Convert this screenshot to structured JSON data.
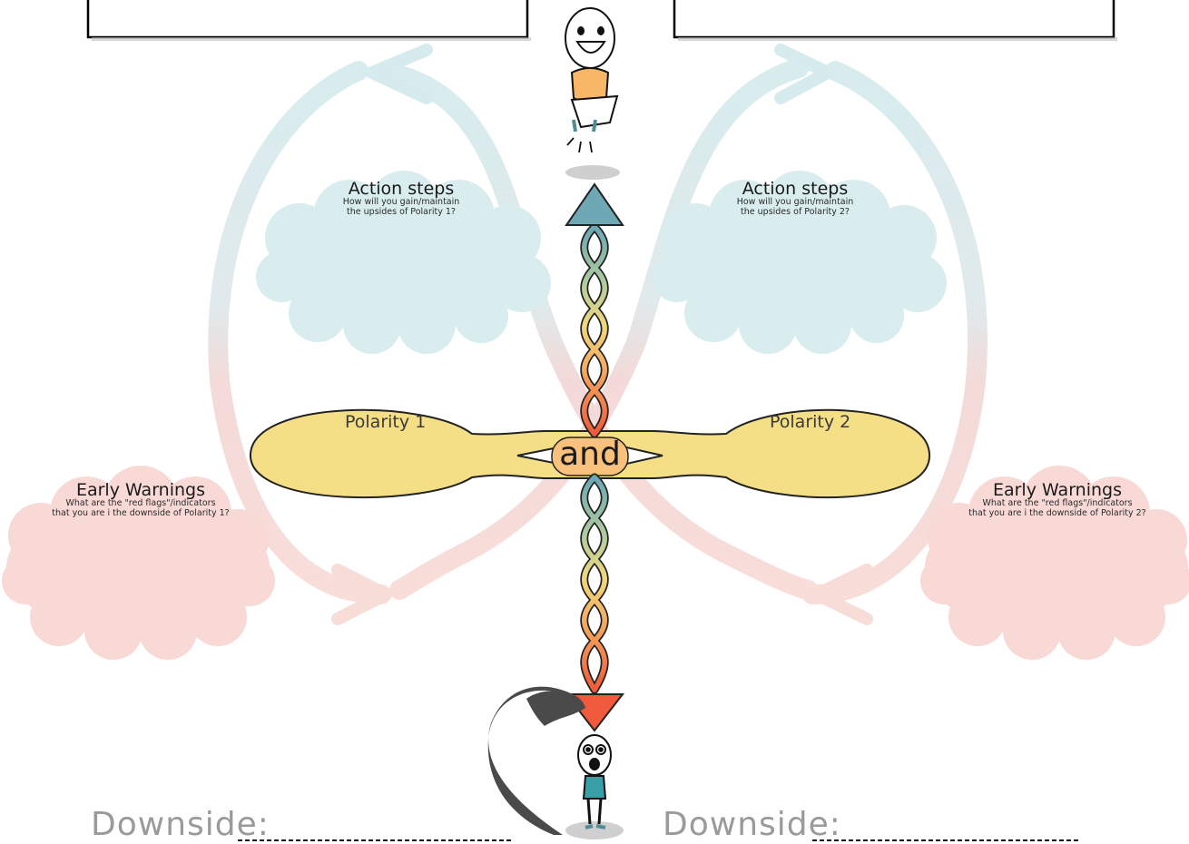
{
  "and_label": "and",
  "left": {
    "polarity_label": "Polarity 1",
    "action_title": "Action steps",
    "action_sub_1": "How will you gain/maintain",
    "action_sub_2": "the upsides of Polarity 1?",
    "warn_title": "Early Warnings",
    "warn_sub_1": "What are the \"red flags\"/indicators",
    "warn_sub_2": "that you are i the downside of Polarity 1?",
    "downside_label": "Downside:"
  },
  "right": {
    "polarity_label": "Polarity 2",
    "action_title": "Action steps",
    "action_sub_1": "How will you gain/maintain",
    "action_sub_2": "the upsides of Polarity 2?",
    "warn_title": "Early Warnings",
    "warn_sub_1": "What are the \"red flags\"/indicators",
    "warn_sub_2": "that you are i the downside of Polarity 2?",
    "downside_label": "Downside:"
  },
  "colors": {
    "upside_cloud": "#d9ecee",
    "downside_cloud": "#f8d9d6",
    "polarity_fill": "#f4df86",
    "and_badge": "#f9c27c",
    "arrow_top": "#6fa8b5",
    "arrow_bottom": "#f15a3c"
  },
  "icons": [
    "happy-figure-icon",
    "scared-figure-icon",
    "shadow-monster-icon"
  ]
}
